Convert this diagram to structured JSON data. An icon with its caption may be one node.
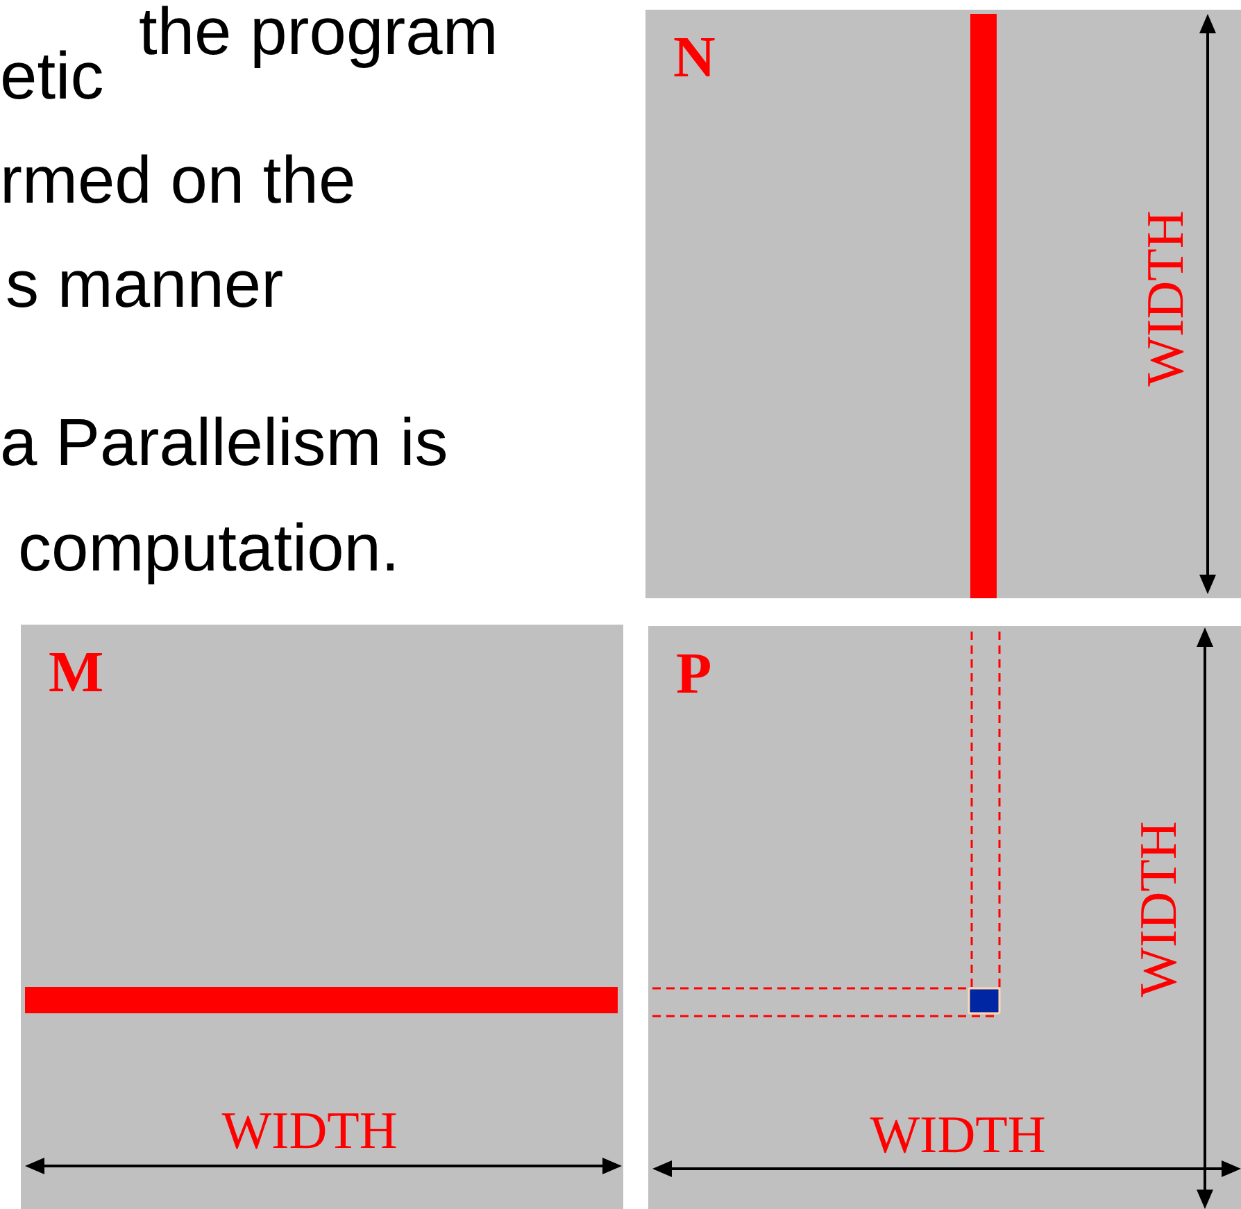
{
  "diagram": {
    "nodes": [
      {
        "text": [
          "N"
        ]
      },
      {
        "text": [
          "M"
        ]
      },
      {
        "text": [
          "P"
        ]
      },
      {
        "text": [],
        "shape": "bar",
        "in": 0
      },
      {
        "text": [],
        "shape": "bar",
        "in": 1
      },
      {
        "text": [],
        "shape": "box",
        "in": 2
      }
    ],
    "labels": [
      "the program",
      "etic",
      "rmed on the",
      "s manner",
      "a Parallelism is",
      "computation.",
      "WIDTH",
      "WIDTH",
      "WIDTH",
      "WIDTH"
    ]
  }
}
